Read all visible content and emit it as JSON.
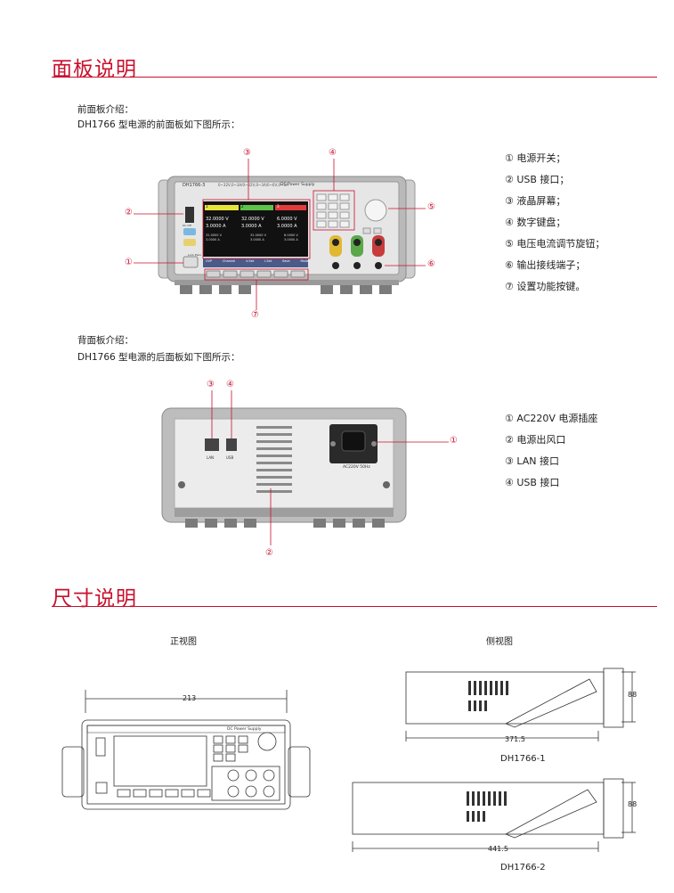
{
  "sections": {
    "panel_title": "面板说明",
    "dimension_title": "尺寸说明"
  },
  "front": {
    "intro_label": "前面板介绍：",
    "intro_text": "DH1766 型电源的前面板如下图所示：",
    "legend": [
      "① 电源开关；",
      "② USB 接口；",
      "③ 液晶屏幕；",
      "④ 数字键盘；",
      "⑤ 电压电流调节旋钮；",
      "⑥ 输出接线端子；",
      "⑦ 设置功能按键。"
    ],
    "callouts": [
      "①",
      "②",
      "③",
      "④",
      "⑤",
      "⑥",
      "⑦"
    ],
    "device": {
      "model": "DH1766-3",
      "spec": "0~32V,0~3A/0~32V,0~3A/0~6V,0~3A",
      "type": "DC Power Supply",
      "ch_labels": [
        "1",
        "2",
        "3"
      ],
      "readings": [
        {
          "v": "32.0000 V",
          "a": "3.0000 A"
        },
        {
          "v": "32.0000 V",
          "a": "3.0000 A"
        },
        {
          "v": "6.0000 V",
          "a": "3.0000 A"
        }
      ],
      "sub_readings": [
        "32.0000 V",
        "3.0000 A",
        "32.0000 V",
        "3.0000 A",
        "6.0000 V",
        "3.0000 A"
      ],
      "softkeys": [
        "UVP",
        "Channel",
        "V-Set",
        "I-Set",
        "Save",
        "Mode"
      ],
      "left_labels": [
        "On Off",
        "Lock Pwrs"
      ]
    }
  },
  "back": {
    "intro_label": "背面板介绍：",
    "intro_text": "DH1766 型电源的后面板如下图所示：",
    "legend": [
      "① AC220V 电源插座",
      "② 电源出风口",
      "③ LAN 接口",
      "④ USB 接口"
    ],
    "callouts": [
      "③",
      "④",
      "①",
      "②"
    ],
    "lan_label": "LAN",
    "usb_label": "USB",
    "ac_label": "AC220V 50Hz"
  },
  "dimensions": {
    "front_view_label": "正视图",
    "side_view_label": "侧视图",
    "width": "213",
    "height": "88",
    "depth1": "371.5",
    "depth2": "441.5",
    "model1": "DH1766-1",
    "model2": "DH1766-2",
    "drawing_label": "DC Power Supply"
  }
}
